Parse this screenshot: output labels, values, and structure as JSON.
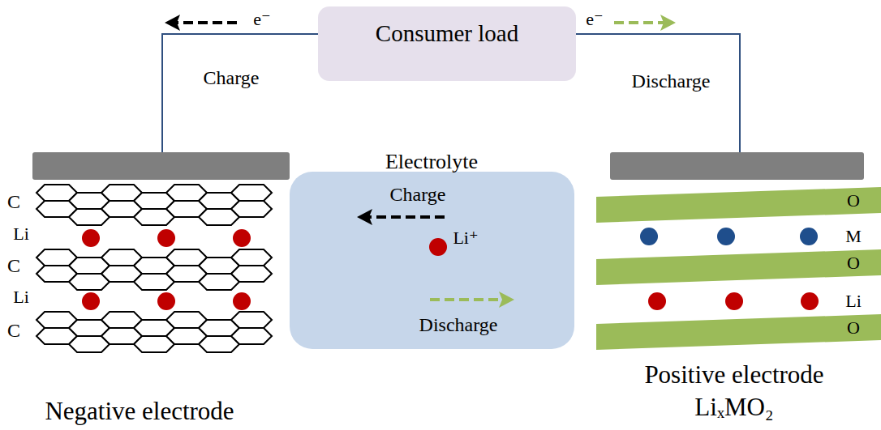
{
  "diagram": {
    "nodes": [
      {
        "text": [
          "Consumer load"
        ]
      },
      {
        "text": [
          "Electrolyte",
          "Charge",
          "Li⁺",
          "Discharge"
        ]
      }
    ],
    "labels": [
      "e⁻",
      "e⁻",
      "Charge",
      "Discharge",
      "C",
      "Li",
      "C",
      "Li",
      "C",
      "O",
      "M",
      "O",
      "Li",
      "O",
      "Negative electrode",
      "Positive electrode",
      "LiₓMO₂"
    ]
  }
}
